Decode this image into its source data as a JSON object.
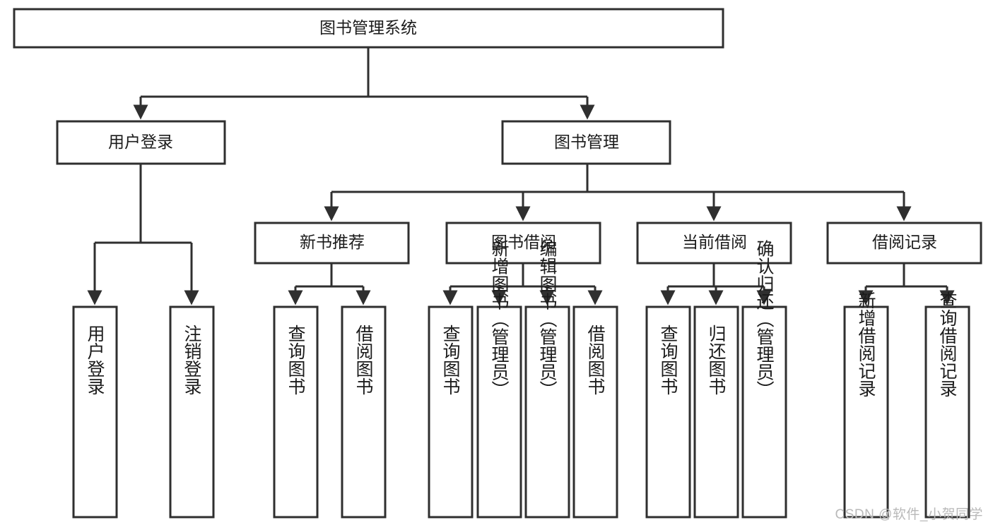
{
  "diagram": {
    "title_node": {
      "label": "图书管理系统"
    },
    "level1": [
      {
        "id": "user-login",
        "label": "用户登录"
      },
      {
        "id": "book-management",
        "label": "图书管理"
      }
    ],
    "level2": [
      {
        "id": "new-book-recommend",
        "label": "新书推荐",
        "parent": "book-management"
      },
      {
        "id": "book-borrow",
        "label": "图书借阅",
        "parent": "book-management"
      },
      {
        "id": "current-borrow",
        "label": "当前借阅",
        "parent": "book-management"
      },
      {
        "id": "borrow-record",
        "label": "借阅记录",
        "parent": "book-management"
      }
    ],
    "leaves": [
      {
        "id": "leaf-user-login",
        "label": "用户登录",
        "parent": "user-login"
      },
      {
        "id": "leaf-logout-login",
        "label": "注销登录",
        "parent": "user-login"
      },
      {
        "id": "leaf-query-book-1",
        "label": "查询图书",
        "parent": "new-book-recommend"
      },
      {
        "id": "leaf-borrow-book-1",
        "label": "借阅图书",
        "parent": "new-book-recommend"
      },
      {
        "id": "leaf-query-book-2",
        "label": "查询图书",
        "parent": "book-borrow"
      },
      {
        "id": "leaf-add-book",
        "label": "新增图书（管理员）",
        "parent": "book-borrow"
      },
      {
        "id": "leaf-edit-book",
        "label": "编辑图书（管理员）",
        "parent": "book-borrow"
      },
      {
        "id": "leaf-borrow-book-2",
        "label": "借阅图书",
        "parent": "book-borrow"
      },
      {
        "id": "leaf-query-book-3",
        "label": "查询图书",
        "parent": "current-borrow"
      },
      {
        "id": "leaf-return-book",
        "label": "归还图书",
        "parent": "current-borrow"
      },
      {
        "id": "leaf-confirm-return",
        "label": "确认归还（管理员）",
        "parent": "current-borrow"
      },
      {
        "id": "leaf-add-record",
        "label": "新增借阅记录",
        "parent": "borrow-record"
      },
      {
        "id": "leaf-query-record",
        "label": "查询借阅记录",
        "parent": "borrow-record"
      }
    ]
  },
  "watermark": {
    "text": "CSDN @软件_小贺同学"
  },
  "colors": {
    "stroke": "#2f2f2f",
    "fill": "#ffffff",
    "text": "#1b1b1b",
    "watermark": "#b9b9b9"
  }
}
